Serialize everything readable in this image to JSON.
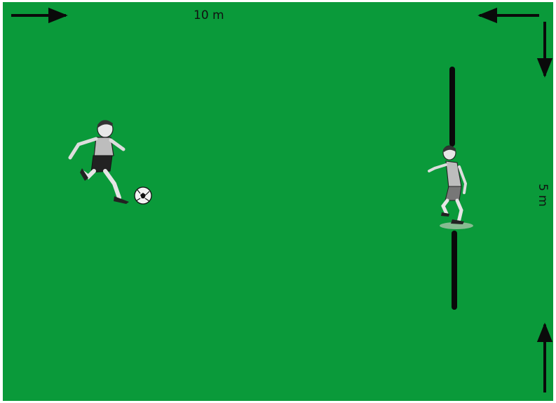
{
  "labels": {
    "width": "10 m",
    "height": "5 m"
  },
  "colors": {
    "pitch": "#0a9a3a",
    "goal_post": "#0a0a0a",
    "arrow": "#0a0a0a",
    "border": "#ffffff"
  },
  "figures": {
    "kicker": "boy-kicking-ball-illustration",
    "goalkeeper": "boy-goalkeeper-crouching-illustration",
    "ball": "soccer-ball-icon"
  }
}
